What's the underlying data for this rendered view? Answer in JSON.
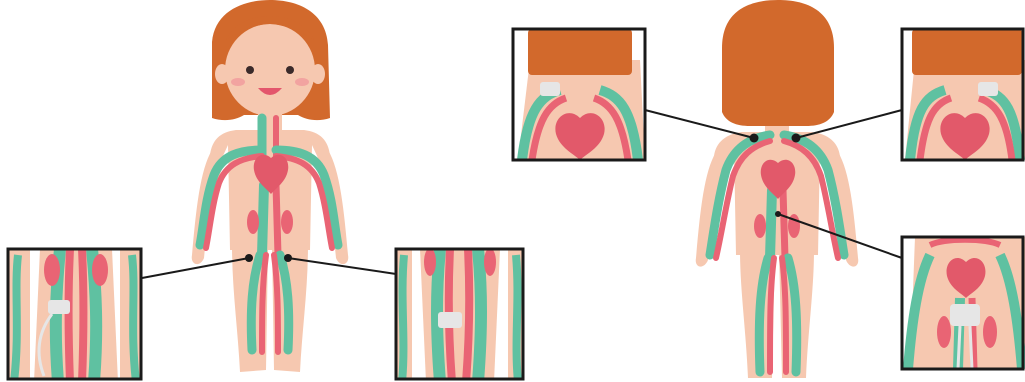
{
  "colors": {
    "background": "#ffffff",
    "skin": "#f6c8b0",
    "skin_shadow": "#efb597",
    "hair": "#d2692c",
    "artery": "#e96474",
    "vein": "#5fc1a1",
    "heart": "#e2596a",
    "cheek": "#f2a3a0",
    "mouth": "#e3566c",
    "eye": "#3a2a2a",
    "catheter": "#e6e6e6",
    "frame": "#1a1a1a",
    "leader_line": "#1a1a1a"
  },
  "icons": [
    "child-front-figure",
    "child-back-figure",
    "heart-icon",
    "catheter-icon",
    "insertion-point-marker"
  ]
}
